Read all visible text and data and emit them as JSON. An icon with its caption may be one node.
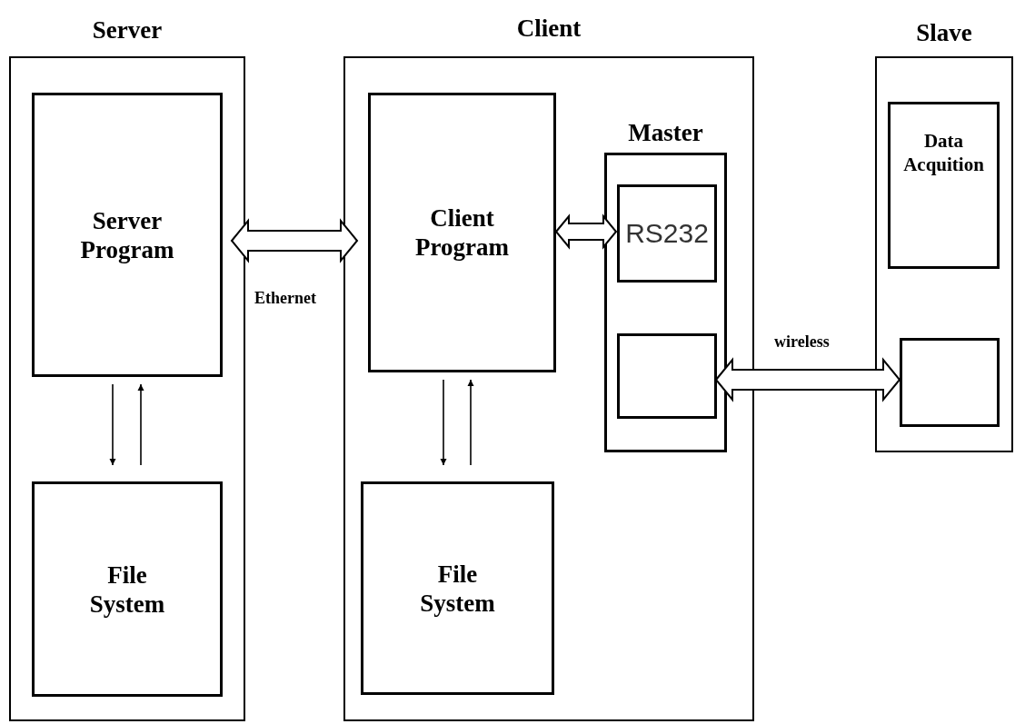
{
  "diagram": {
    "nodes": [
      {
        "text": [
          "Server"
        ]
      },
      {
        "text": [
          "Server Program"
        ],
        "in": 0
      },
      {
        "text": [
          "File System"
        ],
        "in": 0
      },
      {
        "text": [
          "Client"
        ]
      },
      {
        "text": [
          "Client Program"
        ],
        "in": 3
      },
      {
        "text": [
          "File System"
        ],
        "in": 3
      },
      {
        "text": [
          "Master"
        ],
        "in": 3
      },
      {
        "text": [
          "RS232"
        ],
        "in": 6
      },
      {
        "text": [],
        "shape": "box",
        "in": 6
      },
      {
        "text": [
          "Slave"
        ]
      },
      {
        "text": [
          "Data Acquition"
        ],
        "in": 9
      },
      {
        "text": [],
        "shape": "box",
        "in": 9
      }
    ],
    "edges": [
      {
        "from": 1,
        "to": 4,
        "arrow": "both",
        "style": "thick"
      },
      {
        "from": 1,
        "to": 2,
        "arrow": "to"
      },
      {
        "from": 2,
        "to": 1,
        "arrow": "to"
      },
      {
        "from": 4,
        "to": 5,
        "arrow": "to"
      },
      {
        "from": 5,
        "to": 4,
        "arrow": "to"
      },
      {
        "from": 4,
        "to": 7,
        "arrow": "both",
        "style": "thick"
      },
      {
        "from": 8,
        "to": 11,
        "arrow": "both",
        "style": "thick"
      }
    ],
    "labels": [
      "Ethernet",
      "wireless"
    ]
  }
}
